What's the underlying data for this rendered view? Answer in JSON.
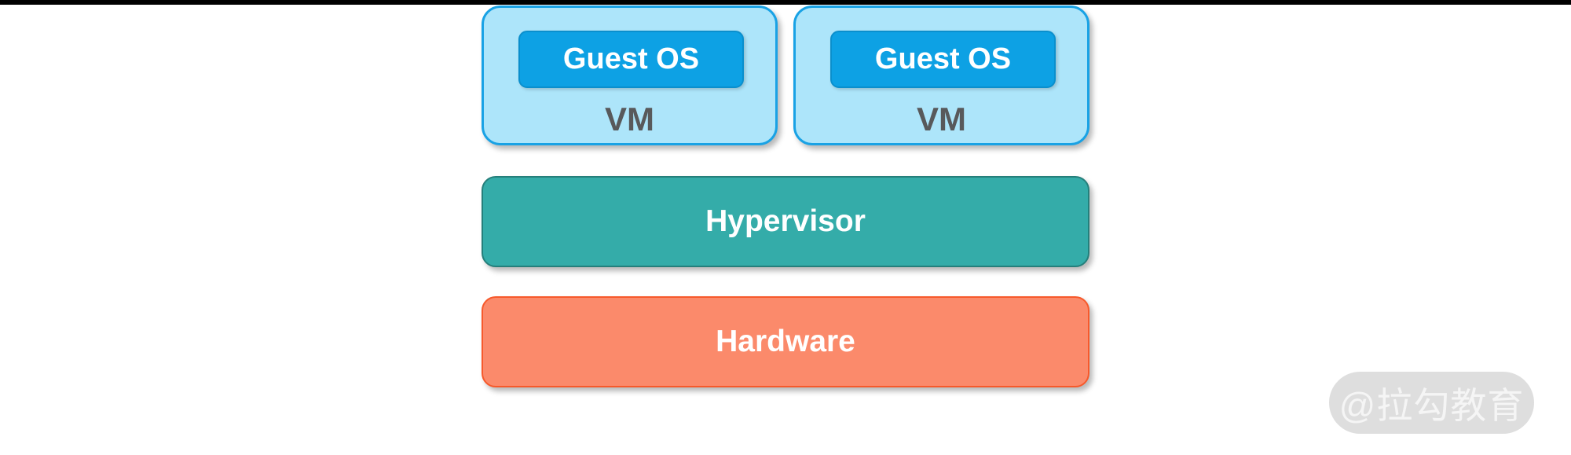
{
  "diagram": {
    "title": "hypervisor-virtualization-architecture",
    "vms": [
      {
        "guest_os_label": "Guest OS",
        "vm_label": "VM"
      },
      {
        "guest_os_label": "Guest OS",
        "vm_label": "VM"
      }
    ],
    "hypervisor_label": "Hypervisor",
    "hardware_label": "Hardware"
  },
  "watermark": {
    "text": "@拉勾教育"
  },
  "colors": {
    "background": "#ffffff",
    "top_bar": "#000000",
    "vm_fill": "#ade5fa",
    "vm_border": "#19a2e5",
    "guest_os_fill": "#0da1e4",
    "guest_os_border": "#0a8fcd",
    "guest_os_text": "#ffffff",
    "vm_label_text": "#58595b",
    "hypervisor_fill": "#34aca9",
    "hypervisor_border": "#257f7b",
    "hardware_fill": "#fb8a6b",
    "hardware_border": "#f7592b",
    "layer_text": "#ffffff",
    "watermark_pill": "#dedede",
    "watermark_text": "#f5f5f5"
  }
}
